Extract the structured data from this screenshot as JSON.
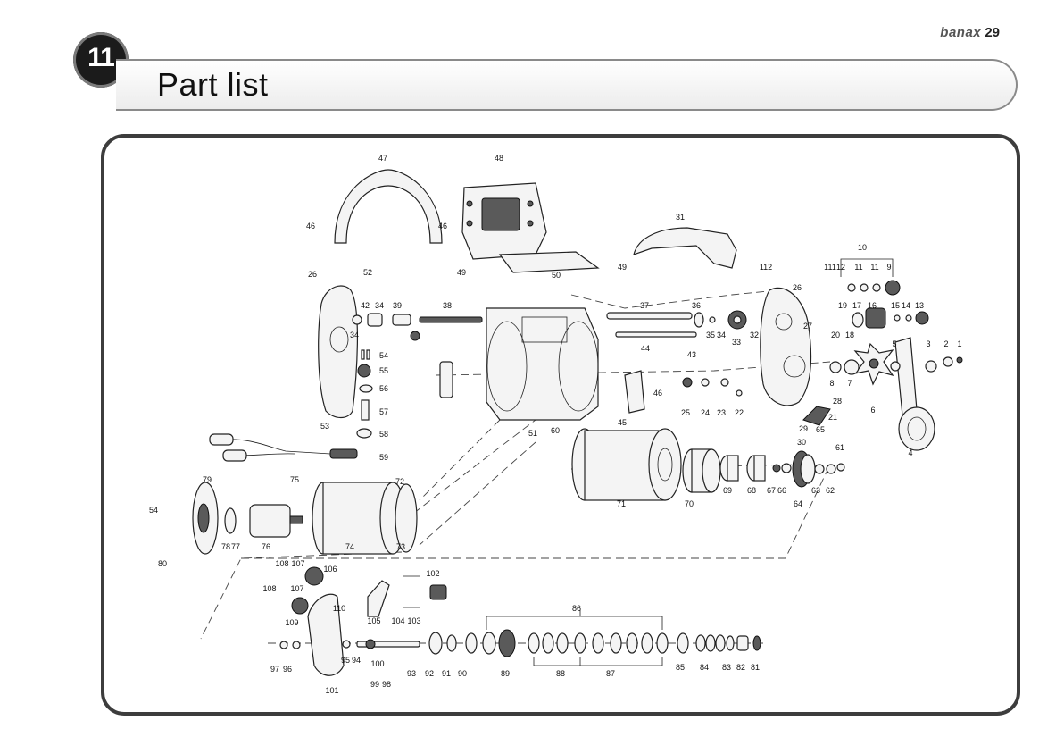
{
  "header": {
    "badge_number": "11",
    "title": "Part list",
    "brand_logo": "banax",
    "page_number": "29"
  },
  "diagram": {
    "part_numbers": [
      "1",
      "2",
      "3",
      "4",
      "5",
      "6",
      "7",
      "8",
      "9",
      "10",
      "11",
      "11",
      "12",
      "13",
      "14",
      "15",
      "16",
      "17",
      "18",
      "19",
      "20",
      "21",
      "22",
      "23",
      "24",
      "25",
      "26",
      "26",
      "27",
      "28",
      "29",
      "30",
      "31",
      "32",
      "33",
      "34",
      "34",
      "35",
      "34",
      "36",
      "37",
      "38",
      "39",
      "42",
      "43",
      "44",
      "45",
      "46",
      "46",
      "46",
      "47",
      "48",
      "49",
      "49",
      "50",
      "51",
      "52",
      "53",
      "54",
      "54",
      "55",
      "56",
      "57",
      "58",
      "59",
      "60",
      "61",
      "62",
      "63",
      "64",
      "65",
      "66",
      "67",
      "68",
      "69",
      "70",
      "71",
      "72",
      "73",
      "74",
      "75",
      "76",
      "77",
      "78",
      "79",
      "80",
      "81",
      "82",
      "83",
      "84",
      "85",
      "86",
      "87",
      "88",
      "89",
      "90",
      "91",
      "92",
      "93",
      "94",
      "95",
      "96",
      "97",
      "98",
      "99",
      "100",
      "101",
      "102",
      "103",
      "104",
      "105",
      "106",
      "107",
      "107",
      "108",
      "108",
      "109",
      "110",
      "111",
      "112"
    ]
  }
}
